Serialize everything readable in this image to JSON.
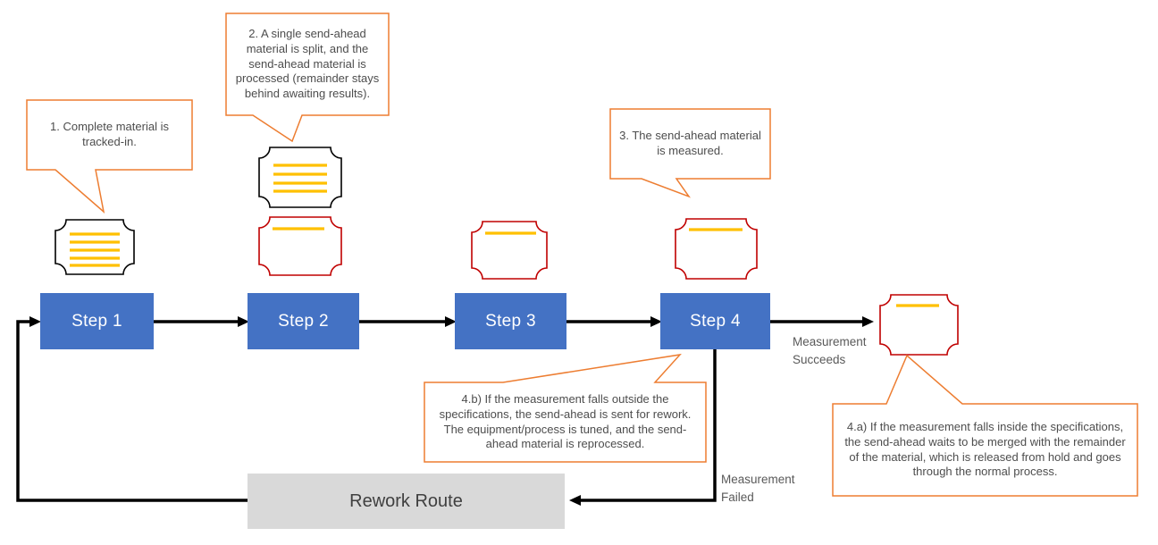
{
  "colors": {
    "blue": "#4472C4",
    "orange": "#ED7D31",
    "yellow": "#FFC000",
    "red": "#C00000",
    "black": "#000000",
    "gray_box": "#D9D9D9",
    "text": "#4d4d4d",
    "label_text": "#595959",
    "step_text": "#FFFFFF"
  },
  "steps": [
    {
      "label": "Step 1"
    },
    {
      "label": "Step 2"
    },
    {
      "label": "Step 3"
    },
    {
      "label": "Step 4"
    }
  ],
  "rework": {
    "label": "Rework Route"
  },
  "callouts": [
    {
      "id": "1",
      "text": "1. Complete material is tracked-in."
    },
    {
      "id": "2",
      "text": "2. A single send-ahead material is split, and the send-ahead material is processed (remainder stays behind awaiting results)."
    },
    {
      "id": "3",
      "text": "3. The send-ahead material is measured."
    },
    {
      "id": "4b",
      "text": "4.b) If the measurement falls outside the specifications, the send-ahead is sent for rework. The equipment/process is tuned, and the send-ahead material is reprocessed."
    },
    {
      "id": "4a",
      "text": "4.a) If the measurement falls inside the specifications, the send-ahead waits to be merged with the remainder of the material, which is released from hold and goes through the normal process."
    }
  ],
  "edge_labels": {
    "succeeds": "Measurement Succeeds",
    "failed": "Measurement Failed"
  },
  "materials": [
    {
      "name": "complete-material-icon",
      "border": "black",
      "lines": 5
    },
    {
      "name": "remainder-material-icon",
      "border": "black",
      "lines": 4
    },
    {
      "name": "send-ahead-material-icon",
      "border": "red",
      "lines": 1
    },
    {
      "name": "send-ahead-material-icon",
      "border": "red",
      "lines": 1
    },
    {
      "name": "send-ahead-material-icon",
      "border": "red",
      "lines": 1
    },
    {
      "name": "send-ahead-material-icon",
      "border": "red",
      "lines": 1
    }
  ]
}
